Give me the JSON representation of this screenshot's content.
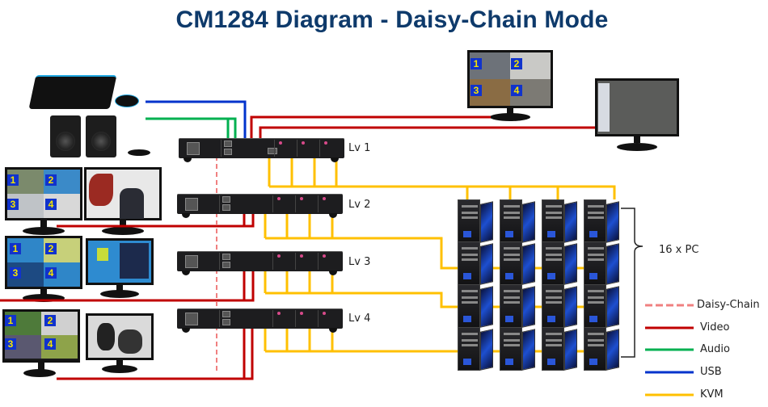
{
  "title": "CM1284 Diagram - Daisy-Chain Mode",
  "levels": [
    {
      "label": "Lv 1"
    },
    {
      "label": "Lv 2"
    },
    {
      "label": "Lv 3"
    },
    {
      "label": "Lv 4"
    }
  ],
  "pc_group": {
    "label": "16 x PC",
    "count": 16
  },
  "quad_numbers": [
    "1",
    "2",
    "3",
    "4"
  ],
  "legend": [
    {
      "label": "Daisy-Chain",
      "color": "#f08080",
      "style": "dashed"
    },
    {
      "label": "Video",
      "color": "#c00000",
      "style": "solid"
    },
    {
      "label": "Audio",
      "color": "#00b050",
      "style": "solid"
    },
    {
      "label": "USB",
      "color": "#0033cc",
      "style": "solid"
    },
    {
      "label": "KVM",
      "color": "#ffc000",
      "style": "solid"
    }
  ],
  "colors": {
    "title": "#0e3a6b",
    "video": "#c00000",
    "audio": "#00b050",
    "usb": "#0033cc",
    "kvm": "#ffc000",
    "daisy_chain": "#f08080"
  },
  "devices": {
    "console": [
      "keyboard",
      "mouse",
      "speakers",
      "microphone"
    ],
    "top_monitors": 2,
    "side_monitor_pairs": 3
  }
}
